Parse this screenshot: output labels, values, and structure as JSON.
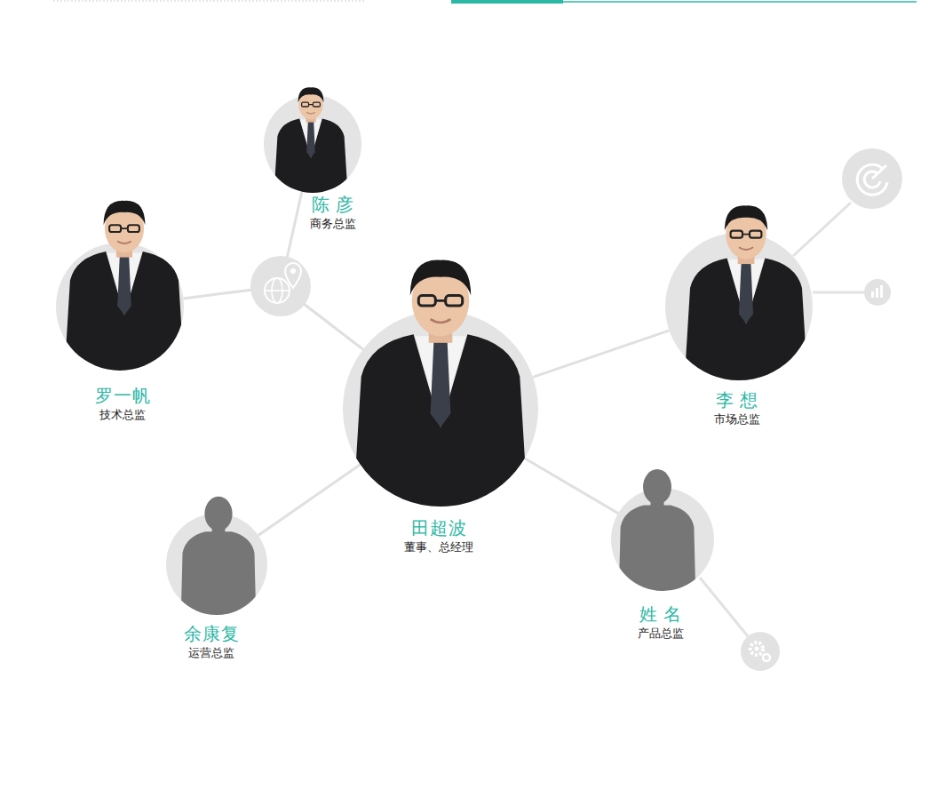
{
  "diagram": {
    "nodes": [
      {
        "text": [
          "陈 彦",
          "商务总监"
        ]
      },
      {
        "text": [
          "罗一帆",
          "技术总监"
        ]
      },
      {
        "text": [
          "李 想",
          "市场总监"
        ]
      },
      {
        "text": [
          "田超波",
          "董事、总经理"
        ]
      },
      {
        "text": [
          "余康复",
          "运营总监"
        ]
      },
      {
        "text": [
          "姓 名",
          "产品总监"
        ]
      }
    ],
    "edges": [
      {
        "from": 0,
        "to": 3,
        "arrow": "none"
      },
      {
        "from": 1,
        "to": 3,
        "arrow": "none"
      },
      {
        "from": 3,
        "to": 2,
        "arrow": "none"
      },
      {
        "from": 3,
        "to": 4,
        "arrow": "none"
      },
      {
        "from": 3,
        "to": 5,
        "arrow": "none"
      }
    ]
  }
}
